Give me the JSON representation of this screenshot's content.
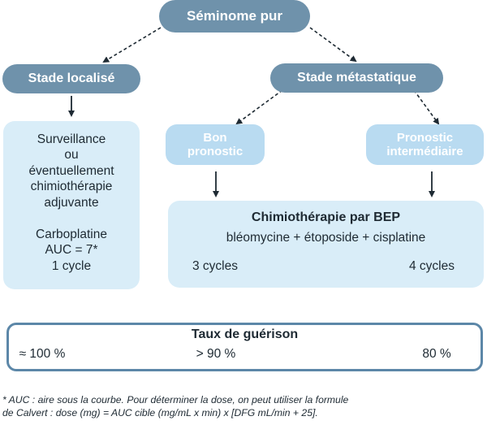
{
  "root": {
    "label": "Séminome pur"
  },
  "localized": {
    "label": "Stade localisé",
    "box": {
      "line1": "Surveillance",
      "line2": "ou",
      "line3": "éventuellement",
      "line4": "chimiothérapie",
      "line5": "adjuvante",
      "line6": "Carboplatine",
      "line7": "AUC = 7*",
      "line8": "1 cycle"
    }
  },
  "metastatic": {
    "label": "Stade métastatique",
    "good": {
      "line1": "Bon",
      "line2": "pronostic"
    },
    "intermediate": {
      "line1": "Pronostic",
      "line2": "intermédiaire"
    },
    "bep": {
      "title": "Chimiothérapie par BEP",
      "drugs": "bléomycine + étoposide + cisplatine",
      "cycles_left": "3 cycles",
      "cycles_right": "4 cycles"
    }
  },
  "cure": {
    "title": "Taux de guérison",
    "v1": "≈ 100 %",
    "v2": "> 90 %",
    "v3": "80 %"
  },
  "footnote": {
    "line1": "* AUC : aire sous la courbe. Pour déterminer la dose, on peut utiliser la formule",
    "line2": "de Calvert : dose (mg) = AUC cible (mg/mL x min) x [DFG mL/min + 25]."
  }
}
